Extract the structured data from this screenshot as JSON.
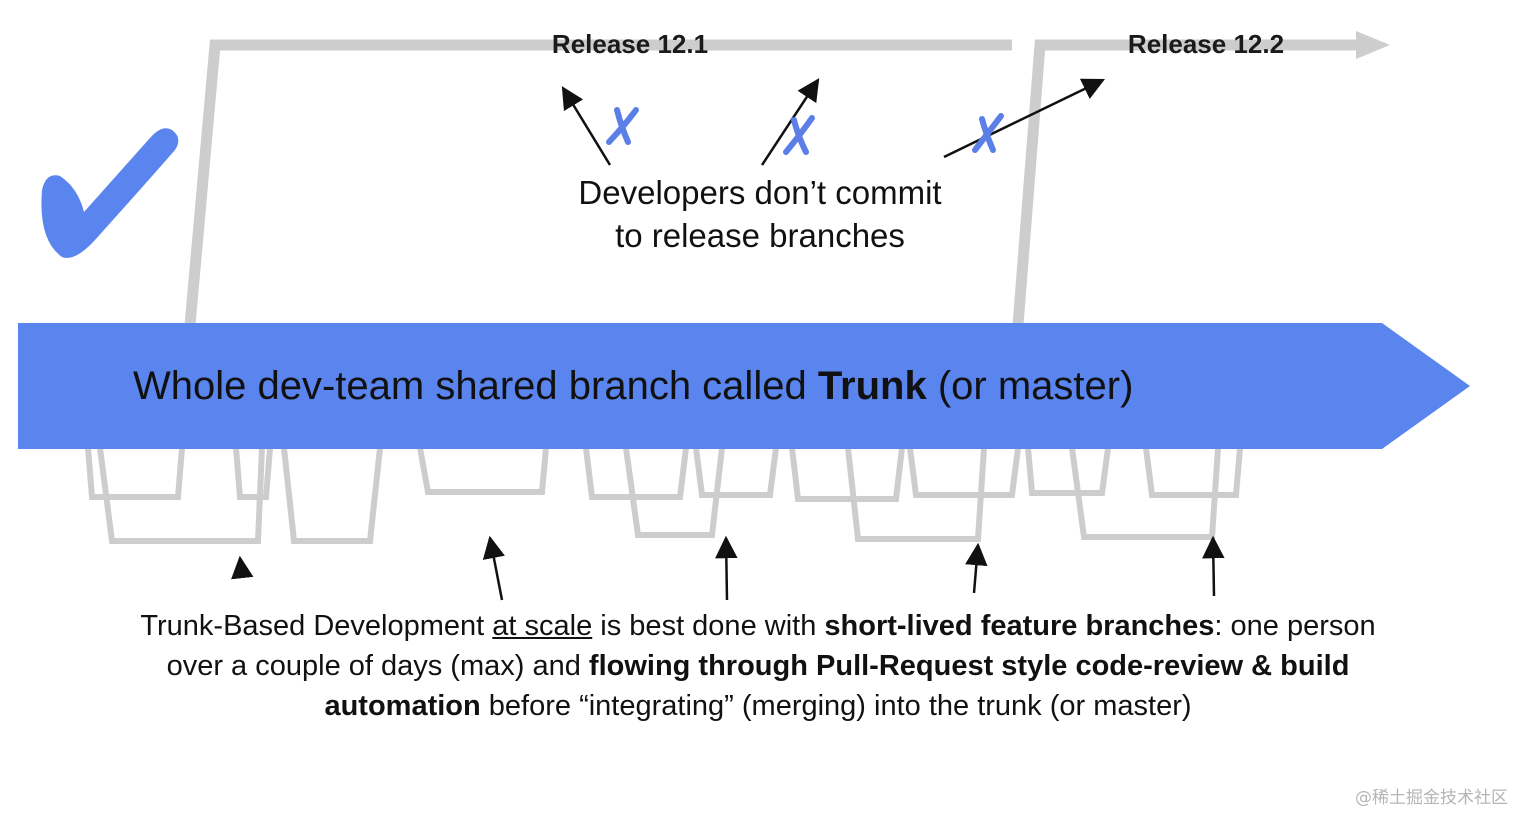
{
  "colors": {
    "trunk": "#5a84ee",
    "branch_gray": "#cdcdcd",
    "cross_blue": "#5b7fe6",
    "check_blue": "#5a84ee",
    "text": "#111111"
  },
  "icons": {
    "check": "checkmark-icon",
    "cross": "cross-mark-icon"
  },
  "releases": [
    {
      "label": "Release 12.1"
    },
    {
      "label": "Release 12.2"
    }
  ],
  "release_caption": {
    "line1": "Developers don’t commit",
    "line2": "to release branches"
  },
  "trunk": {
    "label_pre": "Whole dev-team shared branch called ",
    "label_bold": "Trunk",
    "label_post": " (or master)"
  },
  "footnote": {
    "l1_a": "Trunk-Based Development ",
    "l1_u": "at scale",
    "l1_b": " is best done with ",
    "l1_bold": "short-lived feature branches",
    "l1_c": ": one person",
    "l2_a": "over a couple of days (max) and ",
    "l2_bold": "flowing through Pull-Request style code-review & build",
    "l3_bold": "automation",
    "l3_a": " before “integrating” (merging) into the trunk (or master)"
  },
  "watermark": "@稀土掘金技术社区"
}
